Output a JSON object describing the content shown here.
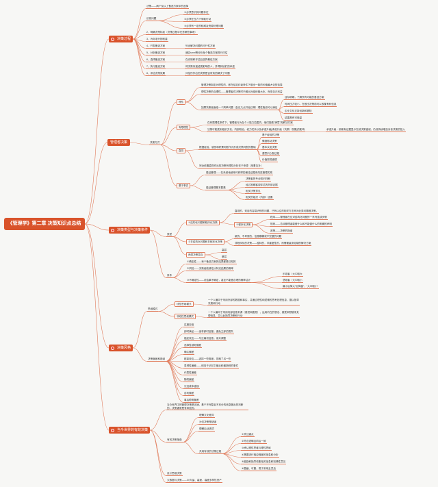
{
  "title": "《管理学》第二章 决策知识点总结",
  "colors": {
    "accent": "#d9532b",
    "line": "#e07b5b",
    "background": "#f7f7f5"
  },
  "branches": {
    "process": {
      "label": "决策过程",
      "icon": "red-dot-icon",
      "items": [
        "决策——两个及以上备选方案中的选择",
        "识别问题",
        "①必须意识到问题存在",
        "②必须在压力下采取行动",
        "③必须有一定的权威及资源处理问题",
        "1、识别问题",
        "2、明确决策标准（决策过程中在意哪些事项）",
        "3、为标准分配权重",
        "4、开发备选方案",
        "5、分析备选方案",
        "6、选择备选方案",
        "7、执行备选方案",
        "8、评估决策效果",
        "列出解决问题的可行性方案",
        "通过swot等分析每个备选方案进行评估",
        "在识别和评估后选择最佳方案",
        "将决策传递给受影响的人，并得到他们的承诺",
        "评估所作出的决策是否有效的解决了问题"
      ]
    },
    "manager": {
      "label": "管理者决策",
      "ways": "决策方式",
      "rational": "理性",
      "rational_items": [
        "管理决策制定为理性的，即在给定约束条件下做出一致的价值最大化的选择",
        "理性决策的合理性——管理者在决策时只做出对组织最大化，而非自己利益",
        "如果决策者面临一个简单问题（会议几点开始日等）理性假设可以满足"
      ],
      "rational_sub": [
        "目标明确，了解所有可能的备选方案",
        "时间压力较小，在做出决策前可以收集有利信息",
        "企业文化支持创新和冒险",
        "结果具有可衡量"
      ],
      "bounded": "有限理性",
      "bounded_items": [
        "在有限理性条件下，管理者行为在个人能力范围内，他们接受\"满意\"的解决方案",
        "决策可能受到组织文化、内部政治、权力关系以及承诺升级[承诺升级（决策）现象]的影响"
      ],
      "bounded_note": "承诺升级：即使有证据显示先前决策错误，仍然持续增加对该决策的投入",
      "intuition": "直觉",
      "intuition_lead": "根据经验、感觉和积累判断作为形成决策判断的基础",
      "intuition_sub": [
        "基于经验的决策",
        "情绪驱动决策",
        "基本认知决策",
        "潜意识心智过程",
        "价值观或道德"
      ],
      "intuition_tail": "完全依靠直觉作出的决策有理性分析在于来源（用着互补）",
      "evidence": "基于事实",
      "evidence_items": [
        "循证管理——在系统地使用可获得的最佳证据来改进管理实践",
        "循证管理基本要素"
      ],
      "evidence_sub": [
        "决策者的专业知识判断",
        "经过准确客观评估的外部证据",
        "相关决策意见",
        "相关的组织（内部）因素"
      ]
    },
    "types": {
      "label": "决策类型与决策条件",
      "types_node": "类型",
      "structured": "①结构化问题和程序化决策",
      "structured_lead": "直观的、双目的容易识别的问题，已有以往的相关方法来对此类问题做决策。",
      "procedure": "①程序化决策",
      "procedure_items": [
        "程序——管理者在应对结构化问题的一系列连续步骤",
        "规则——告诉管理者能做什么和不能做什么的明确的声明",
        "政策——决策的指南"
      ],
      "unstructured": "②非结构化问题和非程序化决策",
      "unstructured_items": [
        "新的、不寻常的、信息模糊或不完整的问题",
        "非程序化的决策——独特的，非重复性的，而需要量身定制的解决方案"
      ],
      "integration": "两类决策混合",
      "integration_sub": [
        "高层",
        "基层"
      ],
      "conditions": "条件",
      "conditions_items": [
        "①确定性——每个备选方案的结果都是已知的",
        "②风险——决策者能够估计特定结果的概率",
        "③不确定性——对结果不确定，甚至不能做合理的概率估计"
      ],
      "uncertain_sub": [
        "乐观者（大中取大",
        "悲观者（大中取小",
        "最小后悔大\"后悔值\"，\"大中取小\""
      ]
    },
    "styles": {
      "label": "决策风格",
      "styles_node": "思维模式",
      "linear": "线性思维模式",
      "linear_desc": "一个人偏向于采用外部的数据和事实，并通过理性和逻辑的思考处理信息，据以指导决策和行动",
      "nonlinear": "非线性思维模式",
      "nonlinear_desc": "一个人偏向于采用内部信息来源（感觉和直觉），运用内在的想法、感受和预感来处理信息，并以此指导决策和行动",
      "biases_node": "决策偏差和错误",
      "biases": [
        "过度自信",
        "即时满足——追求即时回报，避免立即的损失",
        "锚定效应——专注最初信息，而未调整",
        "选择性感知偏差",
        "确认偏差",
        "框架效应——选择一些角度，忽略了另一些",
        "易得性偏差——倾向于记忆中最近和最新鲜的事件",
        "代表性偏差",
        "随机偏差",
        "沉没成本错误",
        "自利偏差",
        "事后聪明偏差"
      ]
    },
    "today": {
      "label": "当今世界的有效决策",
      "intro": "当今世界中的管理决策是迅速、基于不完整且不充分的信息做出的判断的，决策通常是有风险的。",
      "effective_node": "有效决策指南",
      "effective_items": [
        "理解文化差异",
        "为仅决策是错误",
        "理解后动选项"
      ],
      "highly": "共用有效的决策过程",
      "highly_items": [
        "①关注重点",
        "②符合逻辑且前后一致",
        "③承认理性思维与理性思维",
        "④需要进行相应程度的信息和分析",
        "⑤鼓励和指导收集相关信息和知情性意见",
        "⑥直截、可靠、易于采用且灵活"
      ],
      "design": "设计思维决策",
      "bigdata": "大数据与决策——3V大量、高速、高度多样性资产"
    }
  }
}
